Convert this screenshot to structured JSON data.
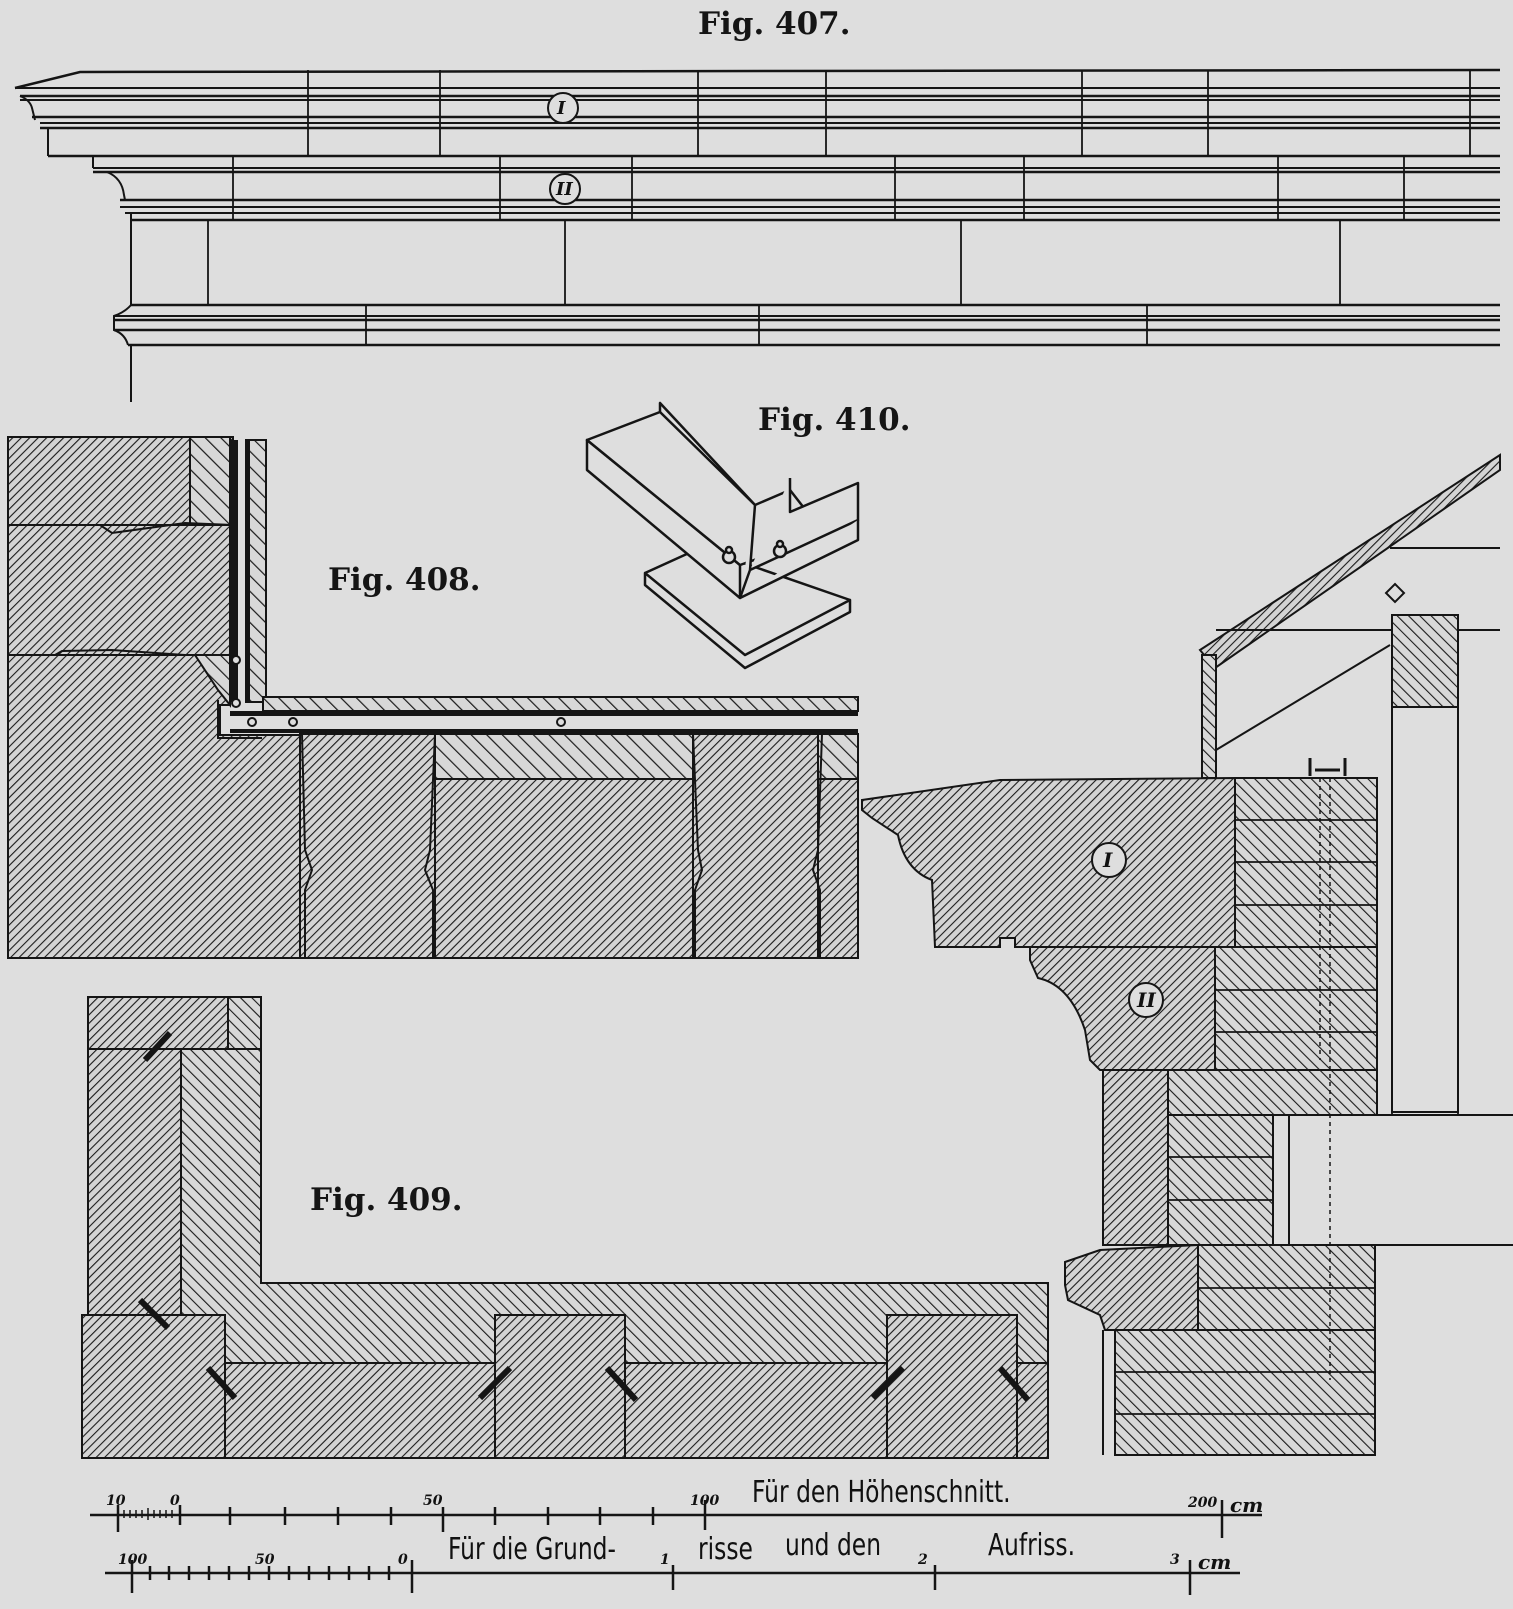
{
  "page": {
    "background": "#dedede",
    "ink": "#151515"
  },
  "figures": [
    {
      "id": "fig407",
      "label": "Fig. 407.",
      "description": "Elevation of a cornice with two stone courses",
      "markers": [
        "I",
        "II"
      ]
    },
    {
      "id": "fig408",
      "label": "Fig. 408.",
      "description": "Plan section of wall corner with metal channel and bolts"
    },
    {
      "id": "fig409",
      "label": "Fig. 409.",
      "description": "Plan section of corner masonry with cramps"
    },
    {
      "id": "fig410",
      "label": "Fig. 410.",
      "description": "Isometric view of bolted metal corner gutter piece"
    },
    {
      "id": "section",
      "label": "",
      "description": "Vertical section through cornice and roof eave",
      "markers": [
        "I",
        "II"
      ]
    }
  ],
  "scales": {
    "upper": {
      "caption": "Für den Höhenschnitt.",
      "ticks": [
        "10",
        "0",
        "50",
        "100",
        "200"
      ],
      "unit": "cm"
    },
    "lower": {
      "caption_parts": [
        "Für die Grund-",
        "risse",
        "und den",
        "Aufriss."
      ],
      "ticks": [
        "100",
        "50",
        "0",
        "1",
        "2",
        "3"
      ],
      "unit": "cm"
    }
  }
}
